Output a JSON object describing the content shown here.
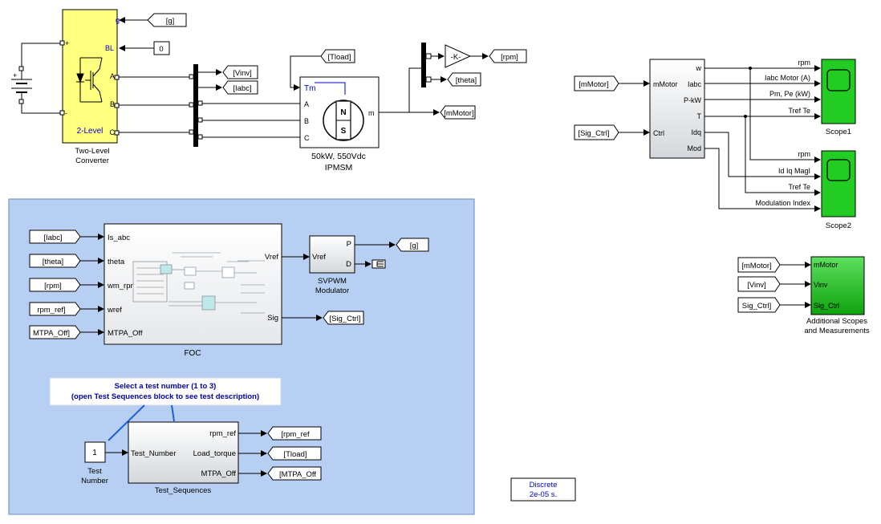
{
  "colors": {
    "converter_fill": "#ffff80",
    "scope_fill": "#22cc22",
    "subsystem_fill": "#b7cff2",
    "block_fill": "#ffffff",
    "port_text_blue": "#0000cc"
  },
  "converter": {
    "block_label": "2-Level",
    "port_g": "g",
    "port_bl": "BL",
    "port_a": "A",
    "port_b": "B",
    "port_c": "C",
    "plus": "+",
    "minus": "-",
    "caption_line1": "Two-Level",
    "caption_line2": "Converter"
  },
  "motor": {
    "port_tm": "Tm",
    "port_a": "A",
    "port_b": "B",
    "port_c": "C",
    "port_m": "m",
    "pole_n": "N",
    "pole_s": "S",
    "caption_line1": "50kW, 550Vdc",
    "caption_line2": "IPMSM"
  },
  "gain": {
    "label": "-K-"
  },
  "tags_top": {
    "g_from": "[g]",
    "bl_const": "0",
    "vinv_goto": "[Vinv]",
    "iabc_goto": "[Iabc]",
    "tload_from": "[Tload]",
    "rpm_goto": "[rpm]",
    "theta_goto": "[theta]",
    "mmotor_goto": "[mMotor]"
  },
  "measure": {
    "port_w": "w",
    "port_iabc": "Iabc",
    "port_pkw": "P-kW",
    "port_t": "T",
    "port_idq": "Idq",
    "port_mod": "Mod",
    "port_mmotor": "mMotor",
    "port_ctrl": "Ctrl",
    "in_mmotor": "[mMotor]",
    "in_sigctrl": "[Sig_Ctrl]",
    "sig_rpm1": "rpm",
    "sig_iabc": "Iabc Motor (A)",
    "sig_pm": "Pm, Pe (kW)",
    "sig_tref1": "Tref Te",
    "sig_rpm2": "rpm",
    "sig_idiq": "Id Iq MagI",
    "sig_tref2": "Tref Te",
    "sig_mod": "Modulation Index",
    "scope1": "Scope1",
    "scope2": "Scope2"
  },
  "additional": {
    "in_mmotor": "[mMotor]",
    "in_vinv": "[Vinv]",
    "in_sigctrl": "Sig_Ctrl]",
    "port_mmotor": "mMotor",
    "port_vinv": "Vinv",
    "port_sigctrl": "Sig_Ctrl",
    "caption_line1": "Additional Scopes",
    "caption_line2": "and Measurements"
  },
  "foc": {
    "in_iabc": "[Iabc]",
    "in_theta": "[theta]",
    "in_rpm": "[rpm]",
    "in_rpmref": "rpm_ref]",
    "in_mtpa": "MTPA_Off]",
    "port_isabc": "Is_abc",
    "port_theta": "theta",
    "port_wm": "wm_rpm",
    "port_wref": "wref",
    "port_mtpa": "MTPA_Off",
    "port_vref": "Vref",
    "port_sig": "Sig",
    "caption": "FOC",
    "sig_goto": "[Sig_Ctrl]"
  },
  "svpwm": {
    "port_vref": "Vref",
    "port_p": "P",
    "port_d": "D",
    "caption_line1": "SVPWM",
    "caption_line2": "Modulator",
    "g_goto": "[g]"
  },
  "note": {
    "line1": "Select a test number (1 to 3)",
    "line2": "(open Test Sequences block to see test description)"
  },
  "test": {
    "const_value": "1",
    "const_caption1": "Test",
    "const_caption2": "Number",
    "port_in": "Test_Number",
    "port_rpmref": "rpm_ref",
    "port_load": "Load_torque",
    "port_mtpa": "MTPA_Off",
    "caption": "Test_Sequences",
    "goto_rpmref": "[rpm_ref",
    "goto_tload": "[Tload]",
    "goto_mtpa": "[MTPA_Off"
  },
  "powergui": {
    "line1": "Discrete",
    "line2": "2e-05 s."
  }
}
